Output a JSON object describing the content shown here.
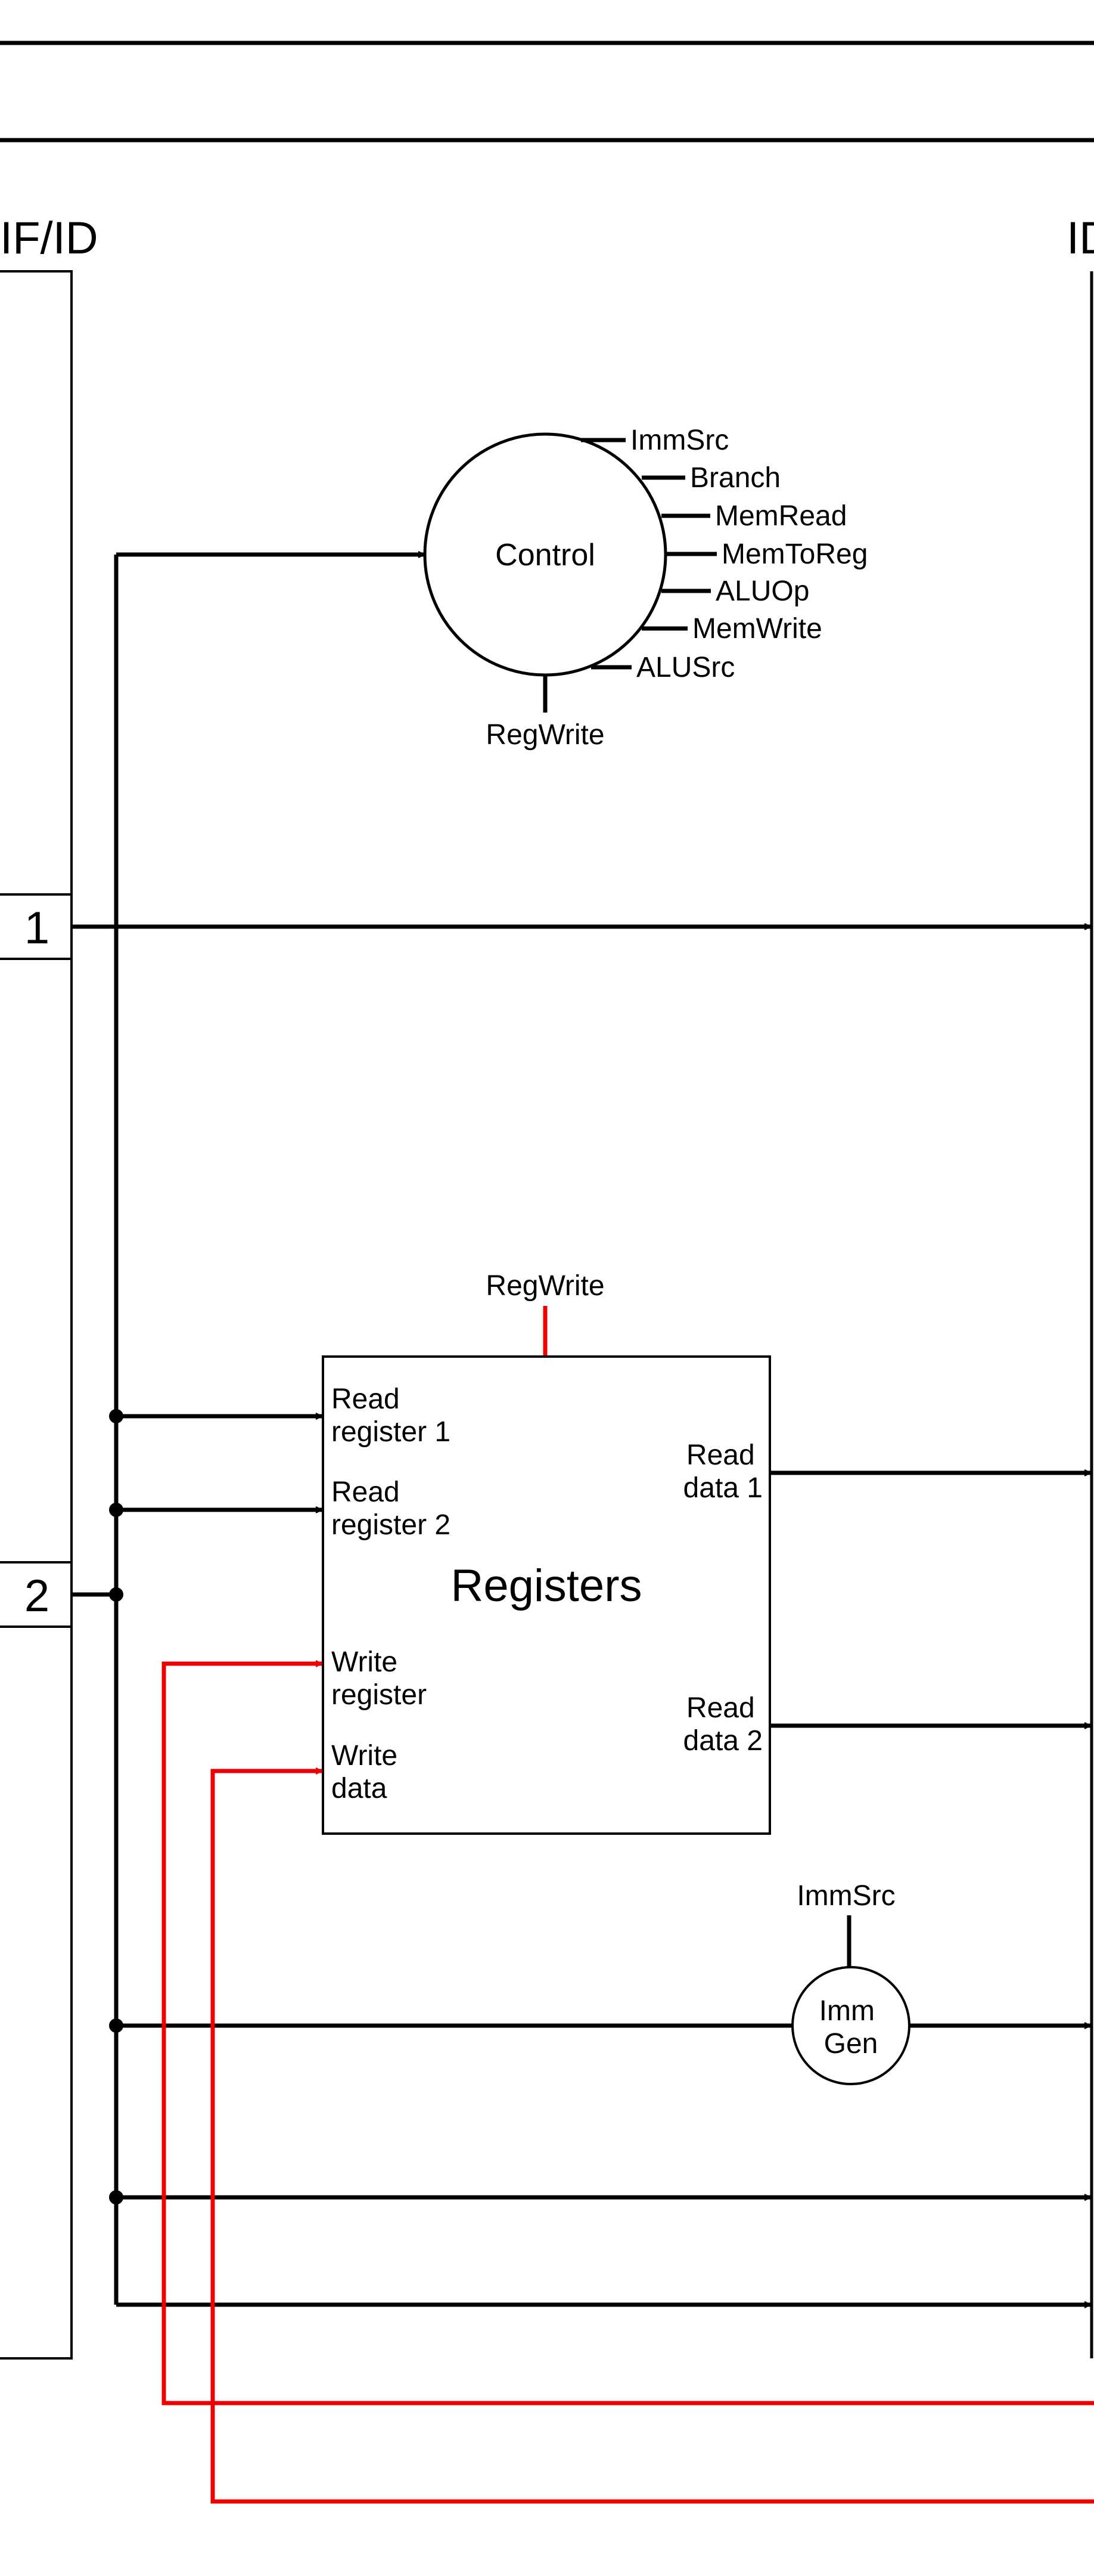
{
  "pipeline": {
    "left_register": "IF/ID",
    "right_register": "ID",
    "port_1": "1",
    "port_2": "2"
  },
  "control": {
    "title": "Control",
    "outputs": [
      "ImmSrc",
      "Branch",
      "MemRead",
      "MemToReg",
      "ALUOp",
      "MemWrite",
      "ALUSrc"
    ],
    "bottom_output": "RegWrite"
  },
  "registers": {
    "title": "Registers",
    "write_enable_label": "RegWrite",
    "inputs": [
      [
        "Read",
        "register 1"
      ],
      [
        "Read",
        "register 2"
      ],
      [
        "Write",
        "register"
      ],
      [
        "Write",
        "data"
      ]
    ],
    "outputs": [
      [
        "Read",
        "data 1"
      ],
      [
        "Read",
        "data 2"
      ]
    ]
  },
  "imm_gen": {
    "title_lines": [
      "Imm",
      "Gen"
    ],
    "control_label": "ImmSrc"
  },
  "colors": {
    "wire": "#000000",
    "highlight": "#e00000"
  }
}
